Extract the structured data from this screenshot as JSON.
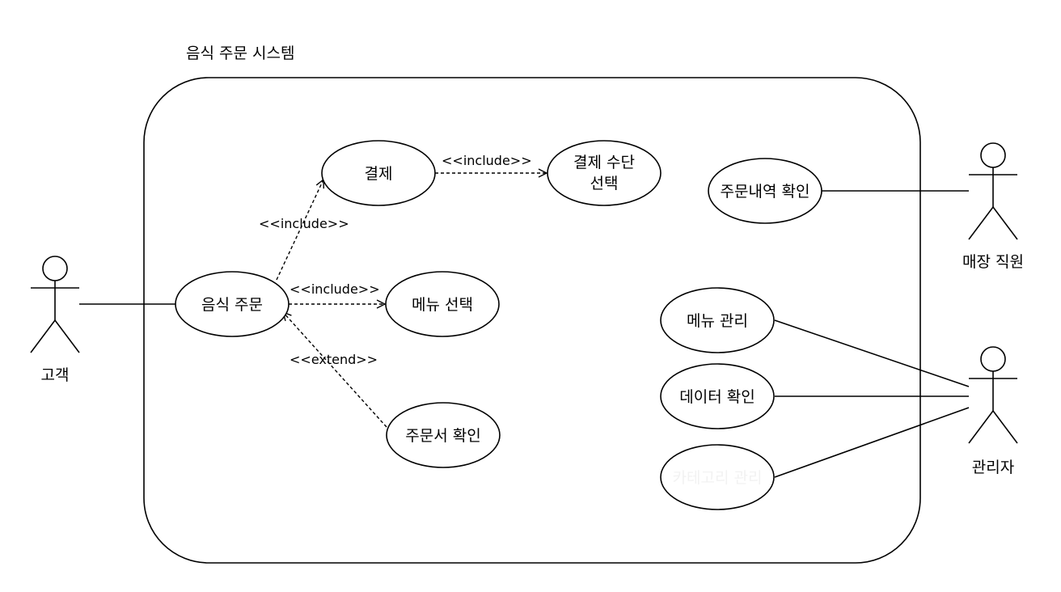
{
  "system": {
    "title": "음식 주문 시스템"
  },
  "use_cases": {
    "food_order": "음식 주문",
    "payment": "결제",
    "payment_method": [
      "결제 수단",
      "선택"
    ],
    "menu_select": "메뉴 선택",
    "order_check": "주문서 확인",
    "order_history": "주문내역 확인",
    "menu_manage": "메뉴 관리",
    "data_check": "데이터 확인",
    "category_manage": "카테고리 관리"
  },
  "actors": {
    "customer": "고객",
    "staff": "매장 직원",
    "admin": "관리자"
  },
  "relations": {
    "include_payment": "<<include>>",
    "include_method": "<<include>>",
    "include_menu": "<<include>>",
    "extend_check": "<<extend>>"
  }
}
